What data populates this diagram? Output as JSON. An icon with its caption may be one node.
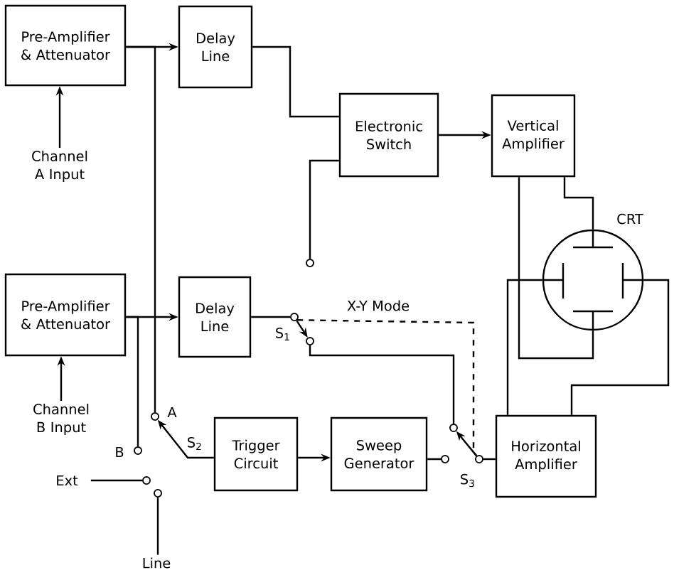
{
  "diagram": {
    "nodes": [
      {
        "text": [
          "Pre-Amplifier & Attenuator"
        ]
      },
      {
        "text": [
          "Delay Line"
        ]
      },
      {
        "text": [
          "Electronic Switch"
        ]
      },
      {
        "text": [
          "Vertical Amplifier"
        ]
      },
      {
        "text": [
          "CRT"
        ]
      },
      {
        "text": [
          "Channel A Input"
        ]
      },
      {
        "text": [
          "Pre-Amplifier & Attenuator"
        ]
      },
      {
        "text": [
          "Delay Line"
        ]
      },
      {
        "text": [
          "Channel B Input"
        ]
      },
      {
        "text": [
          "Trigger Circuit"
        ]
      },
      {
        "text": [
          "Sweep Generator"
        ]
      },
      {
        "text": [
          "Horizontal Amplifier"
        ]
      },
      {
        "text": [
          "Ext"
        ]
      },
      {
        "text": [
          "Line"
        ]
      },
      {
        "text": [],
        "shape": "circle"
      },
      {
        "text": [],
        "shape": "circle"
      },
      {
        "text": [],
        "shape": "circle"
      },
      {
        "text": [],
        "shape": "circle"
      },
      {
        "text": [],
        "shape": "circle"
      },
      {
        "text": [],
        "shape": "circle"
      },
      {
        "text": [],
        "shape": "circle"
      },
      {
        "text": [],
        "shape": "circle"
      },
      {
        "text": [],
        "shape": "circle"
      },
      {
        "text": [],
        "shape": "circle"
      }
    ],
    "edges": [
      {
        "from": 5,
        "to": 0,
        "arrow": "to"
      },
      {
        "from": 0,
        "to": 1,
        "arrow": "to"
      },
      {
        "from": 1,
        "to": 2,
        "arrow": "none"
      },
      {
        "from": 2,
        "to": 3,
        "arrow": "to"
      },
      {
        "from": 3,
        "to": 4,
        "arrow": "none"
      },
      {
        "from": 3,
        "to": 4,
        "arrow": "none"
      },
      {
        "from": 8,
        "to": 6,
        "arrow": "to"
      },
      {
        "from": 6,
        "to": 7,
        "arrow": "to"
      },
      {
        "from": 0,
        "to": 17,
        "arrow": "none"
      },
      {
        "from": 6,
        "to": 18,
        "arrow": "none"
      },
      {
        "from": 2,
        "to": 14,
        "arrow": "none"
      },
      {
        "from": 7,
        "to": 15,
        "arrow": "none"
      },
      {
        "from": 15,
        "to": 16,
        "arrow": "to"
      },
      {
        "from": 16,
        "to": 22,
        "arrow": "none"
      },
      {
        "from": 15,
        "to": 23,
        "arrow": "none",
        "style": "dashed"
      },
      {
        "from": 23,
        "to": 22,
        "arrow": "to"
      },
      {
        "from": 23,
        "to": 11,
        "arrow": "none"
      },
      {
        "from": 10,
        "to": 21,
        "arrow": "none"
      },
      {
        "from": 9,
        "to": 10,
        "arrow": "to"
      },
      {
        "from": 9,
        "to": 17,
        "arrow": "to"
      },
      {
        "from": 12,
        "to": 19,
        "arrow": "none"
      },
      {
        "from": 13,
        "to": 20,
        "arrow": "none"
      },
      {
        "from": 11,
        "to": 4,
        "arrow": "none"
      },
      {
        "from": 11,
        "to": 4,
        "arrow": "none"
      }
    ],
    "labels": [
      "X-Y Mode",
      "S$_{1}$",
      "A",
      "S$_{2}$",
      "B",
      "S$_{3}$"
    ]
  }
}
